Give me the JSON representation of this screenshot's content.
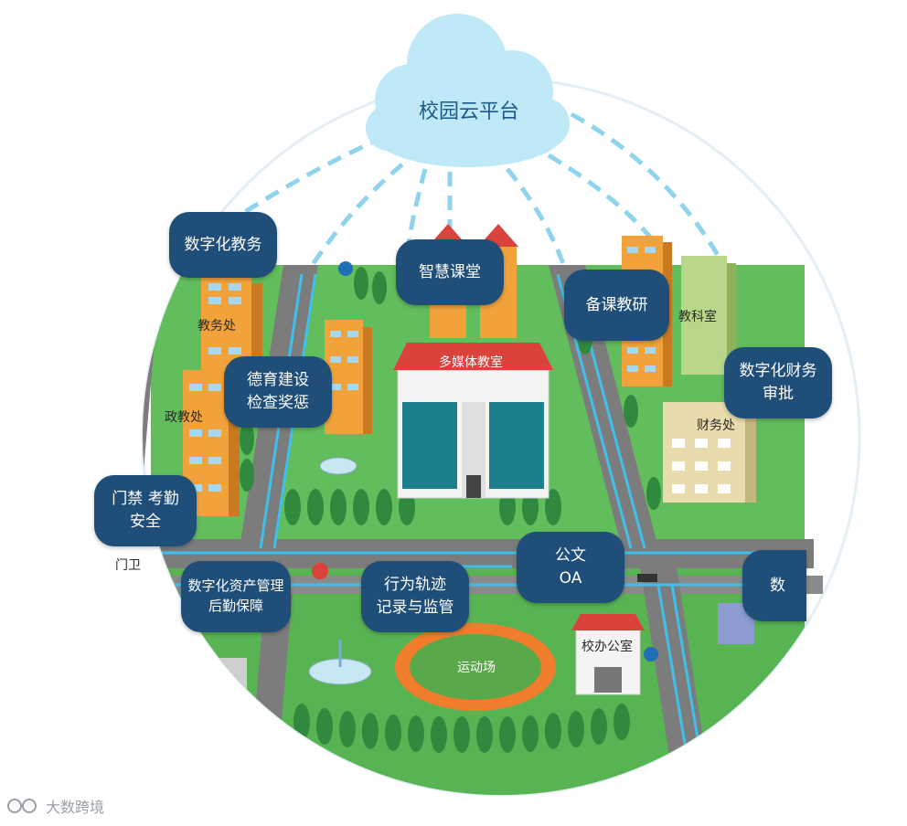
{
  "cloud": {
    "label": "校园云平台"
  },
  "services": [
    {
      "id": "digital-academic",
      "lines": [
        "数字化教务"
      ]
    },
    {
      "id": "smart-classroom",
      "lines": [
        "智慧课堂"
      ]
    },
    {
      "id": "lesson-prep",
      "lines": [
        "备课教研"
      ]
    },
    {
      "id": "moral-education",
      "lines": [
        "德育建设",
        "检查奖惩"
      ]
    },
    {
      "id": "digital-finance",
      "lines": [
        "数字化财务",
        "审批"
      ]
    },
    {
      "id": "access-attendance",
      "lines": [
        "门禁 考勤",
        "安全"
      ]
    },
    {
      "id": "digital-assets",
      "lines": [
        "数字化资产管理",
        "后勤保障"
      ]
    },
    {
      "id": "behavior-tracking",
      "lines": [
        "行为轨迹",
        "记录与监管"
      ]
    },
    {
      "id": "document-oa",
      "lines": [
        "公文",
        "OA"
      ]
    },
    {
      "id": "digital-partial",
      "lines": [
        "数"
      ]
    }
  ],
  "buildings": {
    "academic_affairs": "教务处",
    "political_office": "政教处",
    "teaching_research": "教科室",
    "finance_office": "财务处",
    "multimedia": "多媒体教室",
    "principal_office": "校办公室",
    "sports_field": "运动场",
    "gate": "门卫"
  },
  "watermark": {
    "text": "大数跨境"
  },
  "colors": {
    "tag": "#1f4e79",
    "grass": "#5cb85c",
    "road": "#7d7d7d",
    "line": "#35b8e0",
    "cloud": "#bfe9f7"
  }
}
